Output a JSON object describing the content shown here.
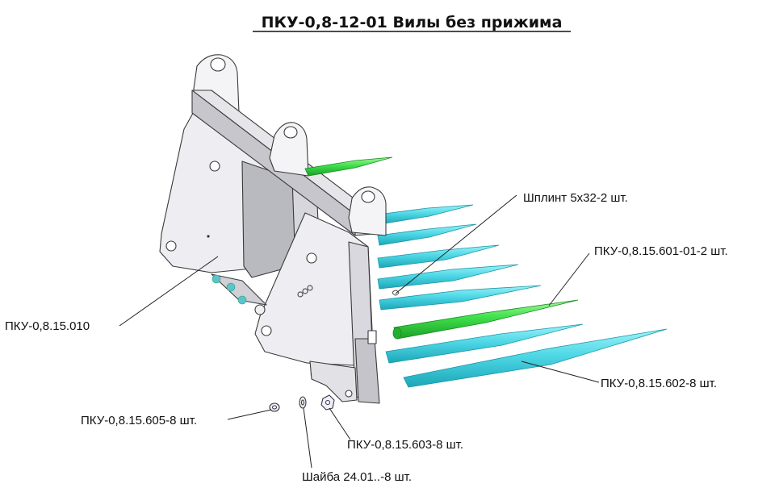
{
  "title": "ПКУ-0,8-12-01 Вилы без прижима",
  "callouts": {
    "split_pin": "Шплинт 5х32-2 шт.",
    "tine_green": "ПКУ-0,8.15.601-01-2 шт.",
    "frame": "ПКУ-0,8.15.010",
    "tine_cyan": "ПКУ-0,8.15.602-8 шт.",
    "nut": "ПКУ-0,8.15.605-8 шт.",
    "bushing": "ПКУ-0,8.15.603-8 шт.",
    "washer": "Шайба 24.01..-8 шт."
  },
  "colors": {
    "frame": "#eeeef2",
    "frame_shade": "#c9c9cf",
    "tine_cyan": "#4fd8e6",
    "tine_green": "#3ee04a",
    "lines": "#222222"
  }
}
